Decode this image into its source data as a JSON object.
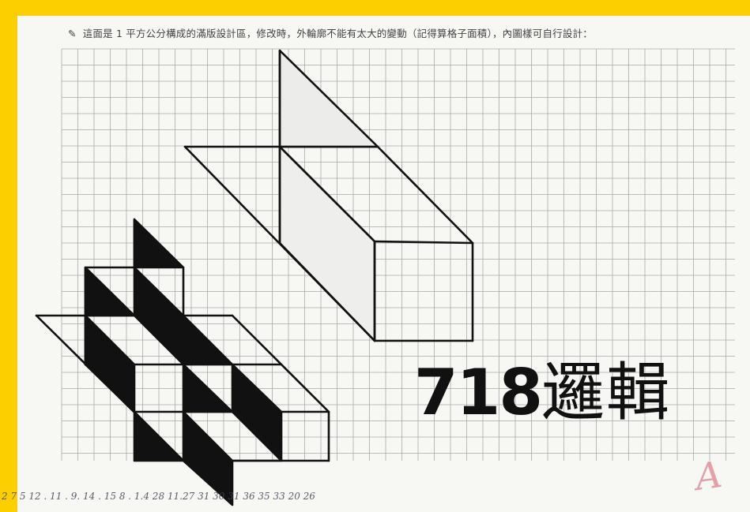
{
  "instruction": {
    "icon": "pencil-icon",
    "text": "這面是 1 平方公分構成的滿版設計區，修改時，外輪廓不能有太大的變動（記得算格子面積），內圖樣可自行設計："
  },
  "title": {
    "number": "718",
    "word": "邏輯"
  },
  "scribble": {
    "text": "2 7 5 12 . 11 . 9. 14 . 15 8 . 1.4 28 11.27 31 30 31 36 35 33 20 26"
  },
  "signature": {
    "text": "A"
  },
  "colors": {
    "frame": "#fccf00",
    "paper": "#f7f7f4",
    "grid": "#a8a8a8",
    "ink": "#111111"
  }
}
